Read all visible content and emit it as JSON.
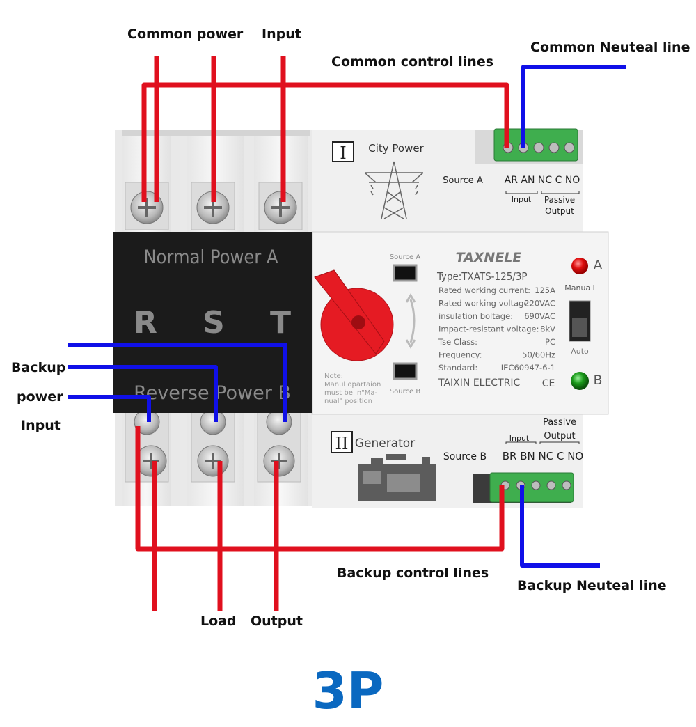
{
  "labels": {
    "common_power": "Common power",
    "input_top": "Input",
    "common_control_lines": "Common control lines",
    "common_neutral_line": "Common Neuteal line",
    "backup": "Backup",
    "power": "power",
    "input_left": "Input",
    "backup_control_lines": "Backup control lines",
    "backup_neutral_line": "Backup Neuteal line",
    "load": "Load",
    "output": "Output",
    "pole_count": "3P"
  },
  "device": {
    "top_panel": {
      "roman": "I",
      "title": "City  Power",
      "source": "Source A",
      "terminals": "AR AN NC C NO",
      "input": "Input",
      "passive": "Passive",
      "output": "Output"
    },
    "bottom_panel": {
      "roman": "II",
      "title": "Generator",
      "source": "Source B",
      "terminals": "BR BN NC C NO",
      "input": "Input",
      "passive": "Passive",
      "output": "Output"
    },
    "black_cover": {
      "normal": "Normal  Power  A",
      "letters": [
        "R",
        "S",
        "T"
      ],
      "reverse": "Reverse  Power  B"
    },
    "front": {
      "brand": "TAXNELE",
      "type": "Type:TXATS-125/3P",
      "specs": [
        {
          "k": "Rated working current:",
          "v": "125A"
        },
        {
          "k": "Rated working voltage:",
          "v": "220VAC"
        },
        {
          "k": "insulation boltage:",
          "v": "690VAC"
        },
        {
          "k": "Impact-resistant voltage:",
          "v": "8kV"
        },
        {
          "k": "Tse  Class:",
          "v": "PC"
        },
        {
          "k": "Frequency:",
          "v": "50/60Hz"
        },
        {
          "k": "Standard:",
          "v": "IEC60947-6-1"
        }
      ],
      "maker": "TAIXIN ELECTRIC",
      "ce": "CE",
      "source_a": "Source A",
      "source_b": "Source B",
      "note": [
        "Note:",
        "Manul opartaion",
        "must be in\"Ma-",
        "nual\" position"
      ],
      "indicator_a": "A",
      "indicator_b": "B",
      "manual": "Manua l",
      "auto": "Auto"
    }
  },
  "colors": {
    "red_wire": "#e0101e",
    "blue_wire": "#1010e8",
    "pole_label": "#0a68c0",
    "terminal_green": "#3fae4e",
    "cover_black": "#1b1b1b",
    "knob_red": "#e51b23",
    "led_red": "#e01010",
    "led_green": "#1a9a1a"
  }
}
